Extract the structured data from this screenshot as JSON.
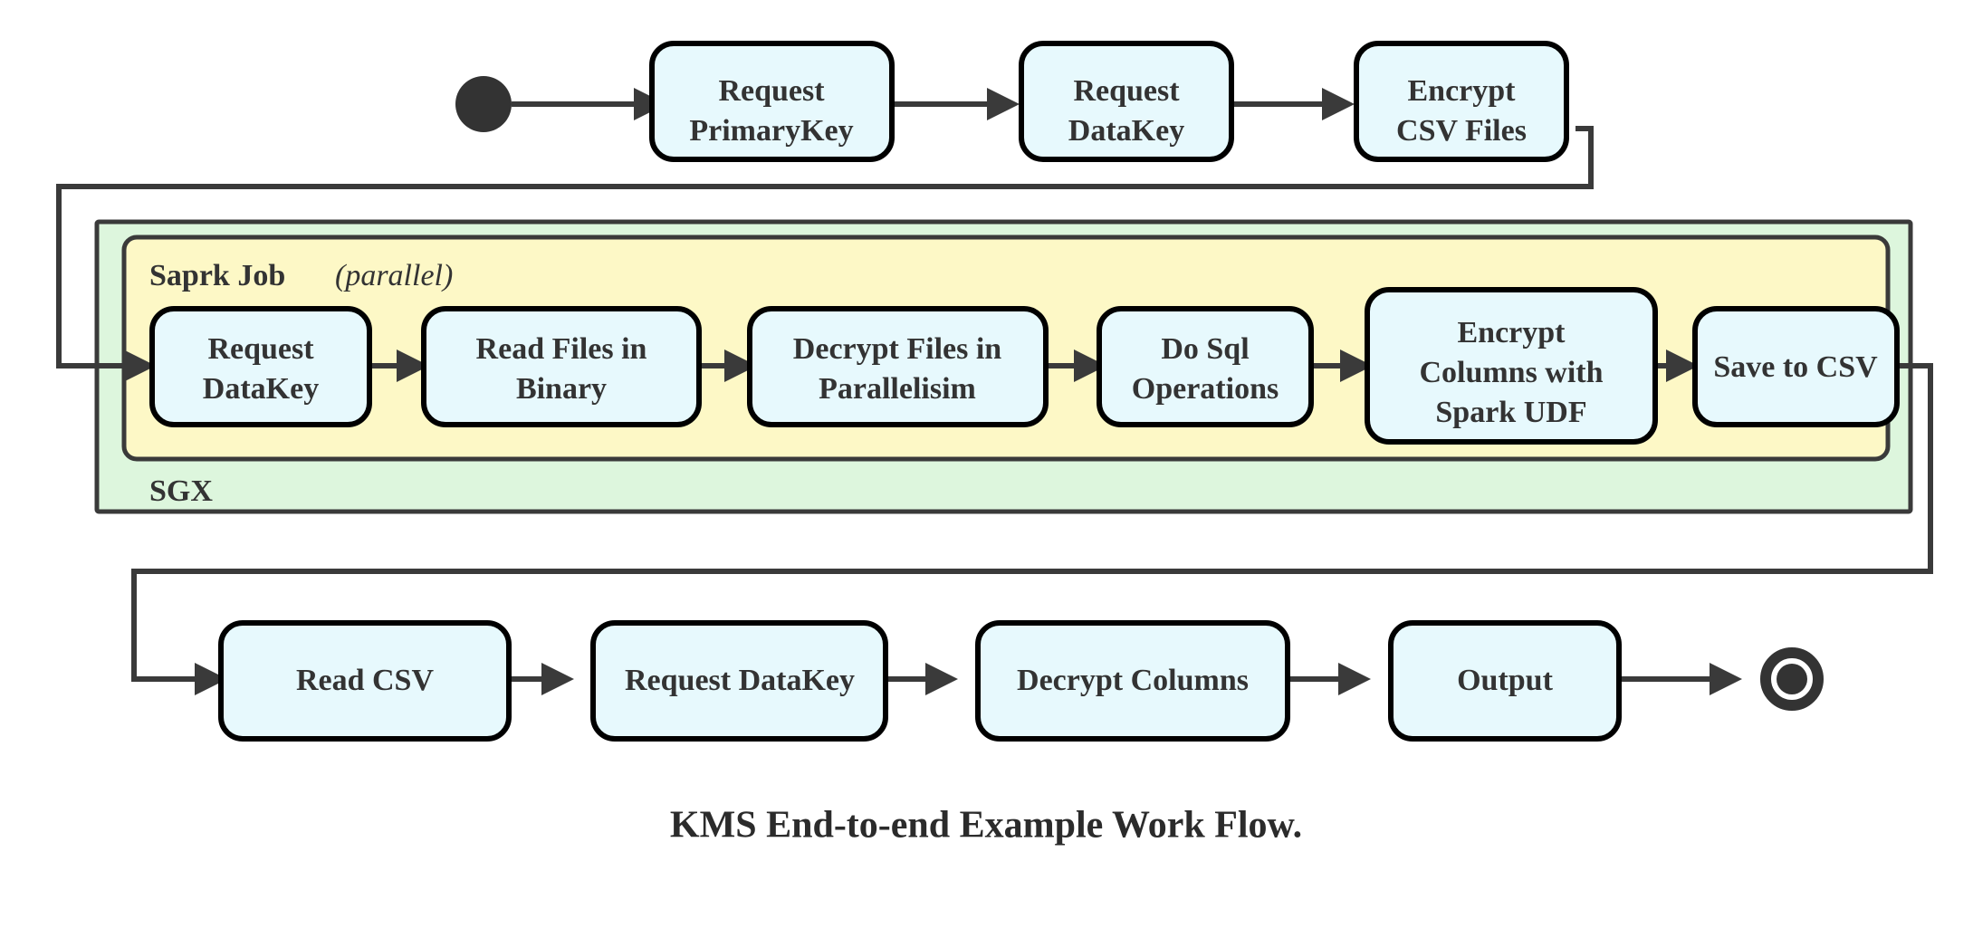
{
  "caption": "KMS End-to-end Example Work Flow.",
  "colors": {
    "node_fill": "#e7f9fd",
    "node_stroke": "#000000",
    "sgx_fill": "#ddf6dd",
    "spark_fill": "#fdf8c6",
    "container_stroke": "#3a3a3a",
    "edge": "#3a3a3a",
    "text": "#333333",
    "background": "#ffffff"
  },
  "start_node": {
    "name": "start"
  },
  "end_node": {
    "name": "end"
  },
  "containers": {
    "sgx": {
      "label": "SGX"
    },
    "spark": {
      "label_bold": "Saprk Job",
      "label_italic": "(parallel)"
    }
  },
  "rows": {
    "top": [
      {
        "id": "request-primarykey",
        "lines": [
          "Request",
          "PrimaryKey"
        ]
      },
      {
        "id": "request-datakey-top",
        "lines": [
          "Request",
          "DataKey"
        ]
      },
      {
        "id": "encrypt-csv-files",
        "lines": [
          "Encrypt",
          "CSV Files"
        ]
      }
    ],
    "spark": [
      {
        "id": "request-datakey-spark",
        "lines": [
          "Request",
          "DataKey"
        ]
      },
      {
        "id": "read-files-in-binary",
        "lines": [
          "Read Files in",
          "Binary"
        ]
      },
      {
        "id": "decrypt-files-in-parallelisim",
        "lines": [
          "Decrypt Files in",
          "Parallelisim"
        ]
      },
      {
        "id": "do-sql-operations",
        "lines": [
          "Do Sql",
          "Operations"
        ]
      },
      {
        "id": "encrypt-columns-with-spark-udf",
        "lines": [
          "Encrypt",
          "Columns with",
          "Spark UDF"
        ]
      },
      {
        "id": "save-to-csv",
        "lines": [
          "Save to CSV"
        ]
      }
    ],
    "bottom": [
      {
        "id": "read-csv",
        "lines": [
          "Read CSV"
        ]
      },
      {
        "id": "request-datakey-bottom",
        "lines": [
          "Request DataKey"
        ]
      },
      {
        "id": "decrypt-columns",
        "lines": [
          "Decrypt Columns"
        ]
      },
      {
        "id": "output",
        "lines": [
          "Output"
        ]
      }
    ]
  },
  "chart_data": {
    "type": "diagram",
    "title": "KMS End-to-end Example Work Flow.",
    "nodes": [
      "start",
      "Request PrimaryKey",
      "Request DataKey",
      "Encrypt CSV Files",
      "Request DataKey",
      "Read Files in Binary",
      "Decrypt Files in Parallelisim",
      "Do Sql Operations",
      "Encrypt Columns with Spark UDF",
      "Save to CSV",
      "Read CSV",
      "Request DataKey",
      "Decrypt Columns",
      "Output",
      "end"
    ],
    "edges": [
      [
        "start",
        "Request PrimaryKey"
      ],
      [
        "Request PrimaryKey",
        "Request DataKey"
      ],
      [
        "Request DataKey",
        "Encrypt CSV Files"
      ],
      [
        "Encrypt CSV Files",
        "Request DataKey (Spark)"
      ],
      [
        "Request DataKey (Spark)",
        "Read Files in Binary"
      ],
      [
        "Read Files in Binary",
        "Decrypt Files in Parallelisim"
      ],
      [
        "Decrypt Files in Parallelisim",
        "Do Sql Operations"
      ],
      [
        "Do Sql Operations",
        "Encrypt Columns with Spark UDF"
      ],
      [
        "Encrypt Columns with Spark UDF",
        "Save to CSV"
      ],
      [
        "Save to CSV",
        "Read CSV"
      ],
      [
        "Read CSV",
        "Request DataKey (Bottom)"
      ],
      [
        "Request DataKey (Bottom)",
        "Decrypt Columns"
      ],
      [
        "Decrypt Columns",
        "Output"
      ],
      [
        "Output",
        "end"
      ]
    ],
    "groups": [
      {
        "label": "SGX",
        "contains": [
          "Saprk Job (parallel)"
        ]
      },
      {
        "label": "Saprk Job (parallel)",
        "contains": [
          "Request DataKey",
          "Read Files in Binary",
          "Decrypt Files in Parallelisim",
          "Do Sql Operations",
          "Encrypt Columns with Spark UDF",
          "Save to CSV"
        ]
      }
    ]
  }
}
